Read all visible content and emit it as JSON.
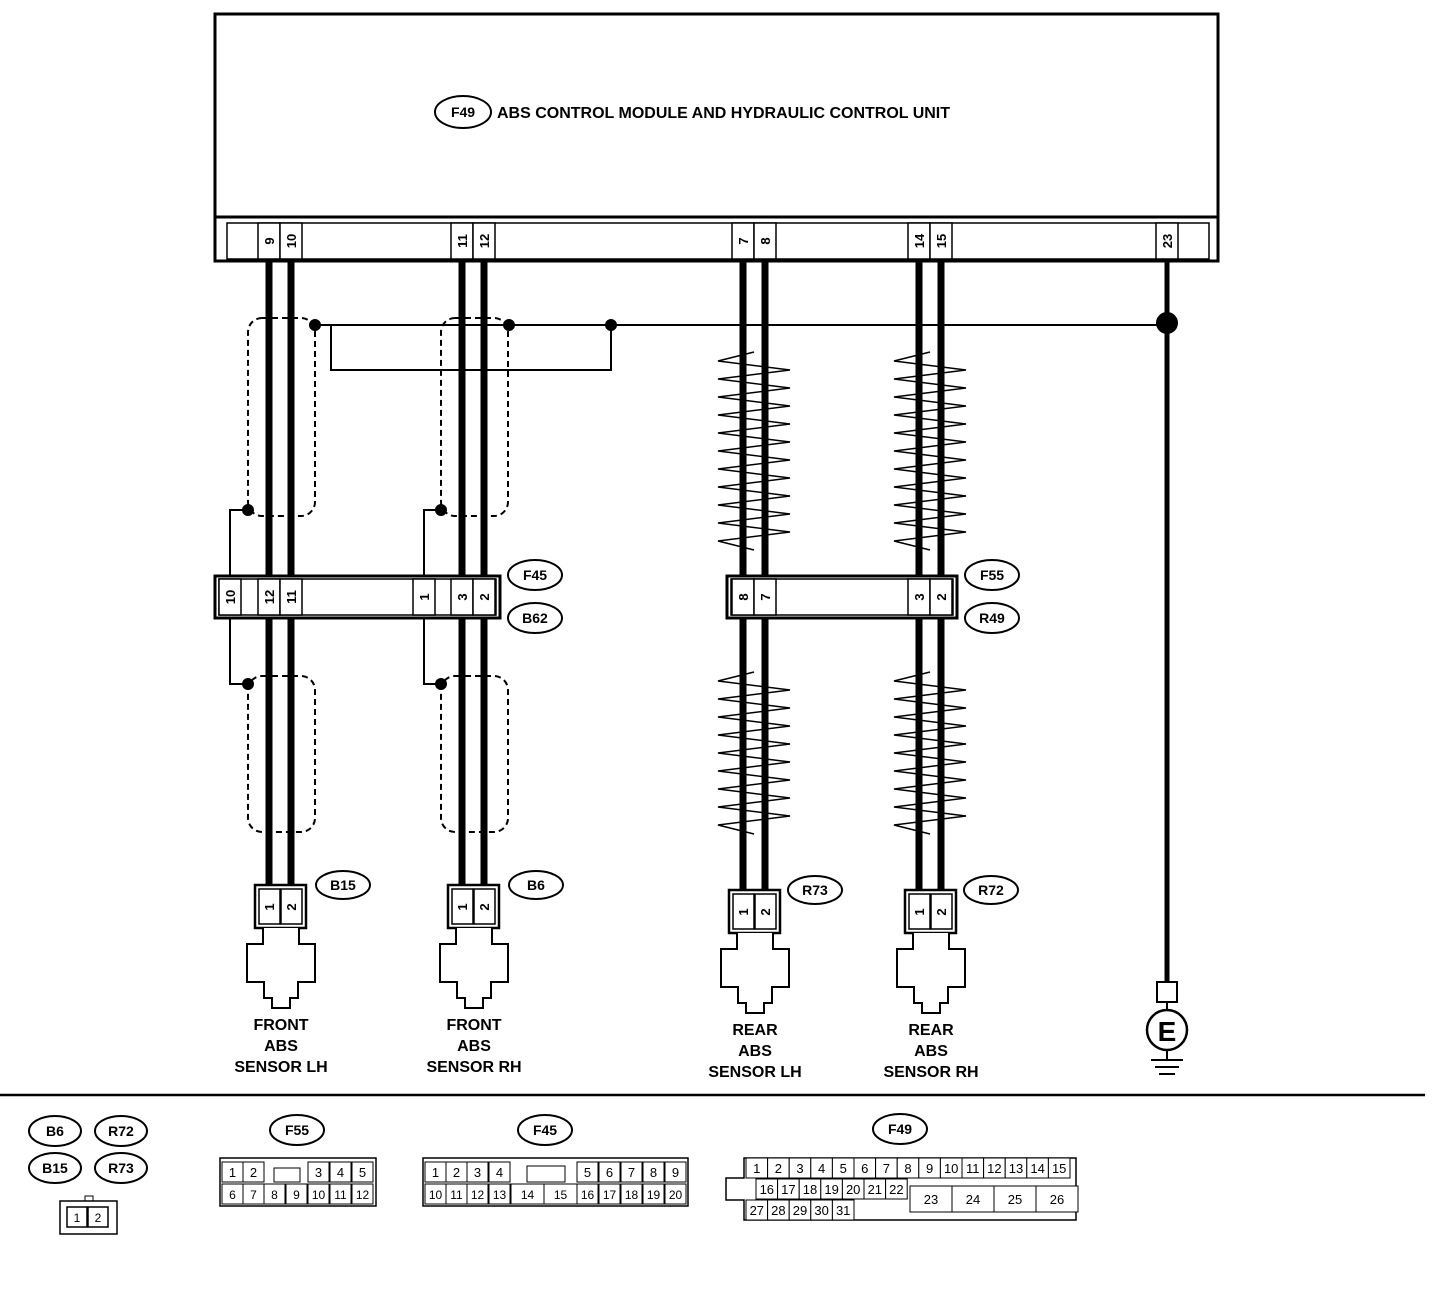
{
  "module": {
    "tag": "F49",
    "title": "ABS CONTROL MODULE AND HYDRAULIC  CONTROL UNIT",
    "pins": [
      "9",
      "10",
      "11",
      "12",
      "7",
      "8",
      "14",
      "15",
      "23"
    ]
  },
  "joint_connectors": {
    "front": {
      "tags": [
        "F45",
        "B62"
      ],
      "pins": [
        "10",
        "12",
        "11",
        "1",
        "3",
        "2"
      ]
    },
    "rear": {
      "tags": [
        "F55",
        "R49"
      ],
      "pins": [
        "8",
        "7",
        "3",
        "2"
      ]
    }
  },
  "sensors": [
    {
      "tag": "B15",
      "pins": [
        "1",
        "2"
      ],
      "label": [
        "FRONT",
        "ABS",
        "SENSOR LH"
      ]
    },
    {
      "tag": "B6",
      "pins": [
        "1",
        "2"
      ],
      "label": [
        "FRONT",
        "ABS",
        "SENSOR RH"
      ]
    },
    {
      "tag": "R73",
      "pins": [
        "1",
        "2"
      ],
      "label": [
        "REAR",
        "ABS",
        "SENSOR LH"
      ]
    },
    {
      "tag": "R72",
      "pins": [
        "1",
        "2"
      ],
      "label": [
        "REAR",
        "ABS",
        "SENSOR RH"
      ]
    }
  ],
  "ground": {
    "symbol": "E"
  },
  "legend": {
    "small": {
      "tags": [
        "B6",
        "R72",
        "B15",
        "R73"
      ],
      "pins": [
        "1",
        "2"
      ]
    },
    "f55": {
      "tag": "F55",
      "pins": [
        "1",
        "2",
        "3",
        "4",
        "5",
        "6",
        "7",
        "8",
        "9",
        "10",
        "11",
        "12"
      ]
    },
    "f45": {
      "tag": "F45",
      "pins": [
        "1",
        "2",
        "3",
        "4",
        "5",
        "6",
        "7",
        "8",
        "9",
        "10",
        "11",
        "12",
        "13",
        "14",
        "15",
        "16",
        "17",
        "18",
        "19",
        "20"
      ]
    },
    "f49": {
      "tag": "F49",
      "pins": [
        "1",
        "2",
        "3",
        "4",
        "5",
        "6",
        "7",
        "8",
        "9",
        "10",
        "11",
        "12",
        "13",
        "14",
        "15",
        "16",
        "17",
        "18",
        "19",
        "20",
        "21",
        "22",
        "23",
        "24",
        "25",
        "26",
        "27",
        "28",
        "29",
        "30",
        "31"
      ]
    }
  }
}
